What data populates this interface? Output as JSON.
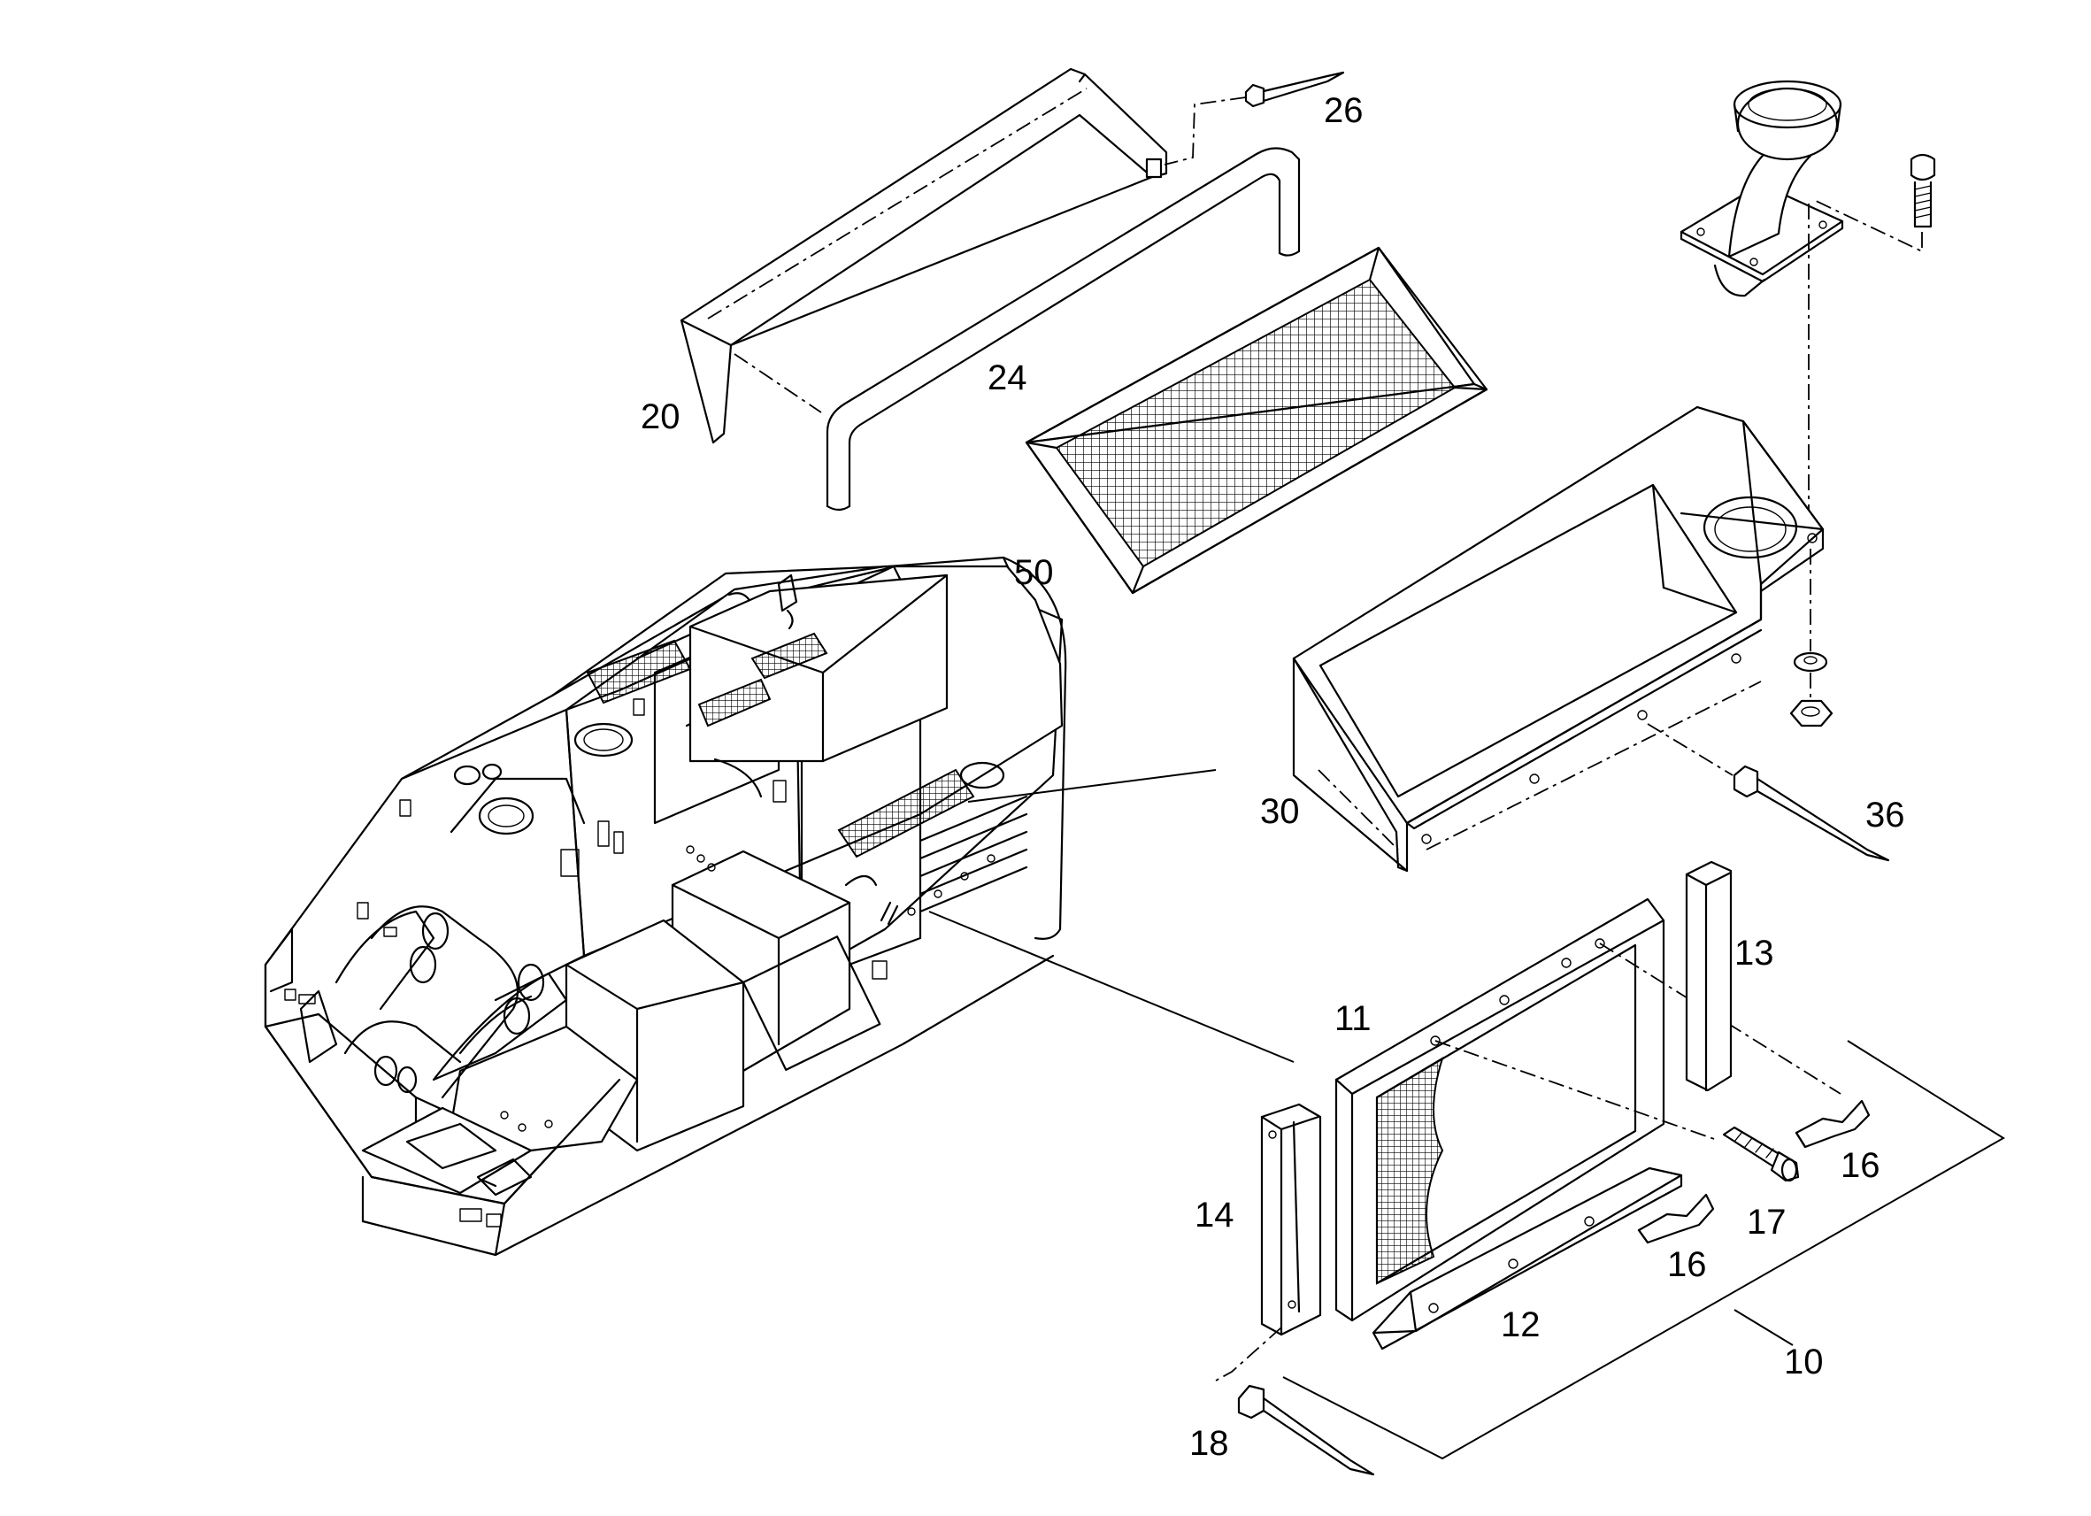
{
  "diagram": {
    "callouts": [
      "26",
      "24",
      "20",
      "50",
      "30",
      "36",
      "13",
      "11",
      "16",
      "17",
      "14",
      "12",
      "10",
      "18"
    ],
    "colors": {
      "line": "#000000",
      "background": "#ffffff"
    }
  }
}
